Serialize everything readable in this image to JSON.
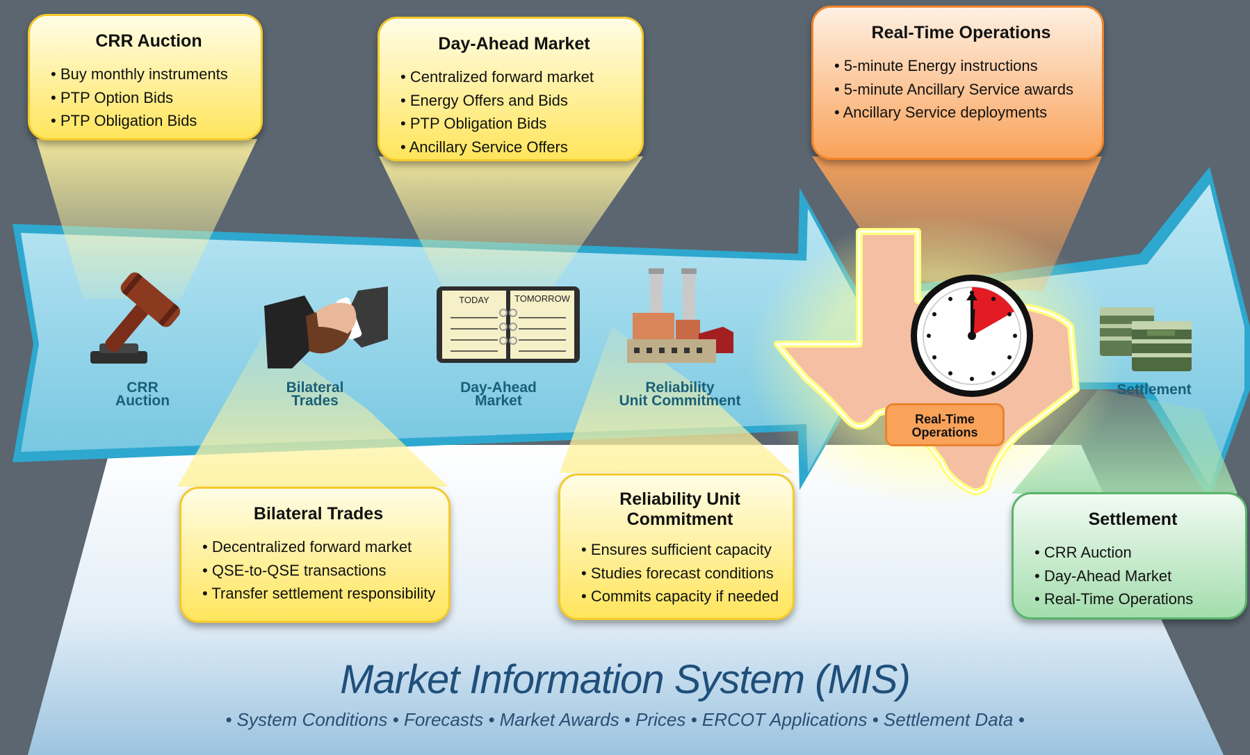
{
  "boxes": {
    "crr": {
      "title": "CRR Auction",
      "items": [
        "Buy monthly instruments",
        "PTP Option Bids",
        "PTP Obligation Bids"
      ]
    },
    "dam": {
      "title": "Day-Ahead Market",
      "items": [
        "Centralized forward market",
        "Energy Offers and Bids",
        "PTP Obligation Bids",
        "Ancillary Service Offers"
      ]
    },
    "rto": {
      "title": "Real-Time Operations",
      "items": [
        "5-minute Energy instructions",
        "5-minute Ancillary Service awards",
        "Ancillary Service deployments"
      ]
    },
    "bilateral": {
      "title": "Bilateral Trades",
      "items": [
        "Decentralized forward market",
        "QSE-to-QSE transactions",
        "Transfer settlement responsibility"
      ]
    },
    "ruc": {
      "title": "Reliability Unit\nCommitment",
      "items": [
        "Ensures sufficient capacity",
        "Studies forecast conditions",
        "Commits capacity if needed"
      ]
    },
    "settlement": {
      "title": "Settlement",
      "items": [
        "CRR Auction",
        "Day-Ahead Market",
        "Real-Time Operations"
      ]
    }
  },
  "stages": {
    "crr": "CRR\nAuction",
    "bilateral": "Bilateral\nTrades",
    "dam": "Day-Ahead\nMarket",
    "ruc": "Reliability\nUnit Commitment",
    "rto": "Real-Time\nOperations",
    "settlement": "Settlement"
  },
  "calendar": {
    "left": "TODAY",
    "right": "TOMORROW"
  },
  "mis": {
    "title": "Market Information System (MIS)",
    "subtitle": "• System Conditions •  Forecasts • Market Awards • Prices •  ERCOT Applications • Settlement Data •"
  },
  "colors": {
    "background": "#5b6670",
    "arrow": "#8fd3e8",
    "yellow": "#ffe55c",
    "orange": "#f9a25a",
    "green": "#a3ddad"
  },
  "icons": [
    "gavel-icon",
    "handshake-icon",
    "calendar-icon",
    "power-plant-icon",
    "texas-map-icon",
    "clock-icon",
    "money-stack-icon"
  ]
}
